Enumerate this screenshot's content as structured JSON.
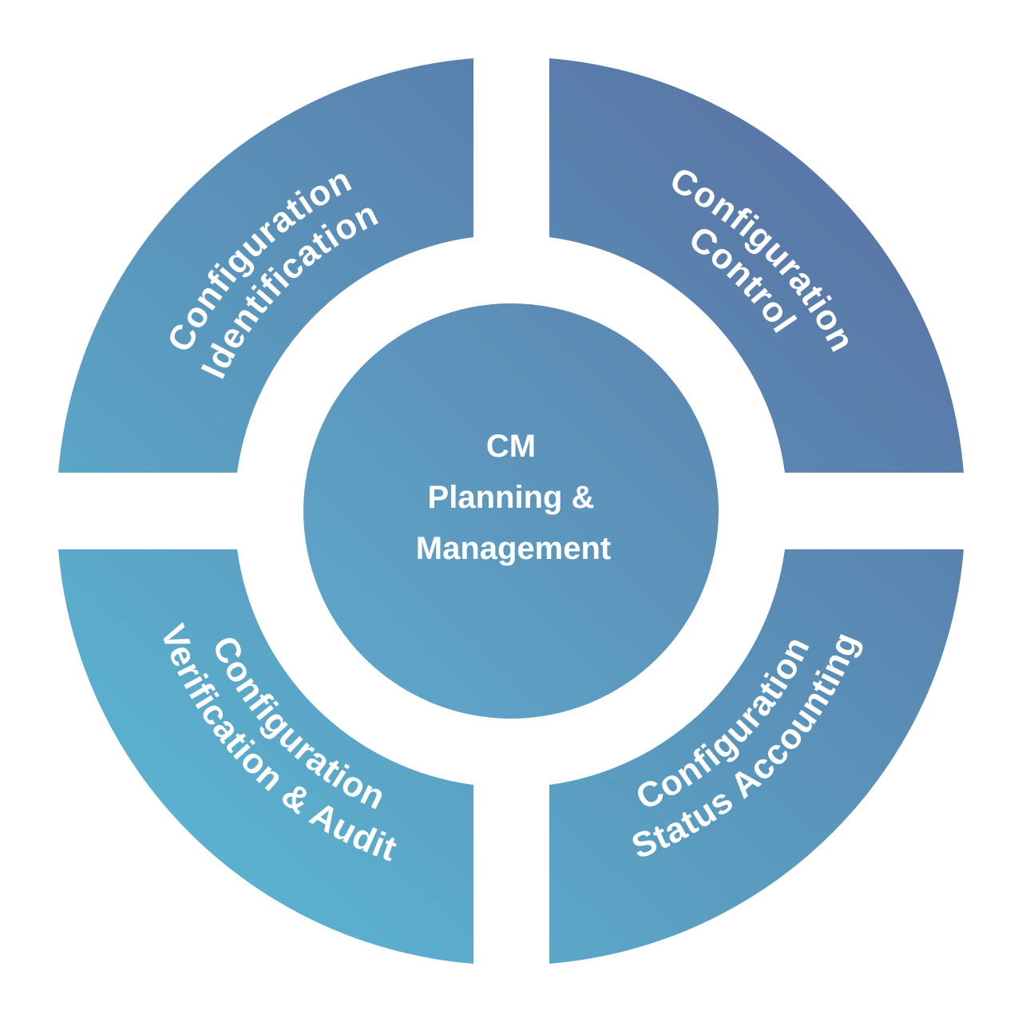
{
  "center": {
    "lines": [
      "CM",
      "Planning &",
      "Management"
    ]
  },
  "segments": [
    {
      "id": "identification",
      "line1": "Configuration",
      "line2": "Identification"
    },
    {
      "id": "control",
      "line1": "Configuration",
      "line2": "Control"
    },
    {
      "id": "status-accounting",
      "line1": "Configuration",
      "line2": "Status Accounting"
    },
    {
      "id": "verification-audit",
      "line1": "Configuration",
      "line2": "Verification & Audit"
    }
  ],
  "colors": {
    "light": "#5bb6d3",
    "dark": "#5a72a3",
    "text": "#ffffff",
    "background": "#ffffff"
  }
}
